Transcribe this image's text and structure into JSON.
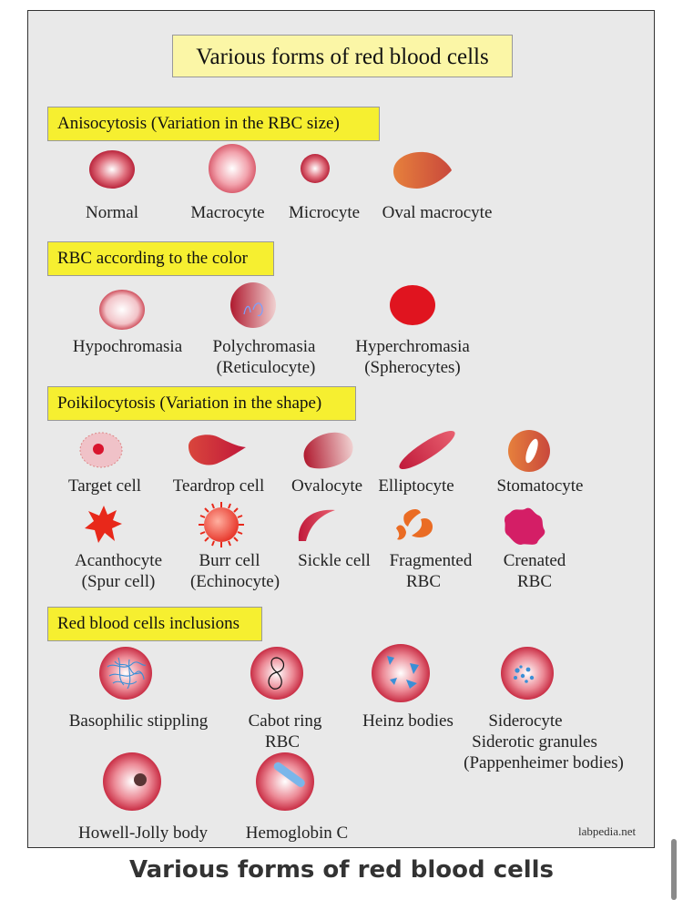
{
  "title": "Various forms of red blood cells",
  "sections": {
    "aniso": "Anisocytosis (Variation in the RBC size)",
    "color": "RBC according to the color",
    "poik": "Poikilocytosis (Variation in the shape)",
    "incl": "Red blood cells inclusions"
  },
  "labels": {
    "normal": "Normal",
    "macrocyte": "Macrocyte",
    "microcyte": "Microcyte",
    "oval_macrocyte": "Oval macrocyte",
    "hypochromasia": "Hypochromasia",
    "polychromasia": "Polychromasia",
    "polychromasia_sub": "(Reticulocyte)",
    "hyperchromasia": "Hyperchromasia",
    "hyperchromasia_sub": "(Spherocytes)",
    "target_cell": "Target cell",
    "teardrop_cell": "Teardrop cell",
    "ovalocyte": "Ovalocyte",
    "elliptocyte": "Elliptocyte",
    "stomatocyte": "Stomatocyte",
    "acanthocyte": "Acanthocyte",
    "acanthocyte_sub": "(Spur cell)",
    "burr_cell": "Burr cell",
    "burr_cell_sub": "(Echinocyte)",
    "sickle_cell": "Sickle cell",
    "fragmented": "Fragmented",
    "fragmented_sub": "RBC",
    "crenated": "Crenated",
    "crenated_sub": "RBC",
    "basophilic": "Basophilic stippling",
    "cabot": "Cabot ring",
    "cabot_sub": "RBC",
    "heinz": "Heinz bodies",
    "siderocyte": "Siderocyte",
    "siderocyte_sub": "Siderotic granules",
    "siderocyte_sub2": "(Pappenheimer bodies)",
    "howell": "Howell-Jolly body",
    "hemoglobin_c": "Hemoglobin C"
  },
  "credit": "labpedia.net",
  "footer_title": "Various forms of red blood cells",
  "colors": {
    "panel_bg": "#e9e9e9",
    "title_box": "#fbf6a6",
    "section_box": "#f6ef30",
    "cell_red": "#c8102e",
    "cell_light": "#f7c5cc",
    "inclusion_blue": "#3a8fd6"
  }
}
